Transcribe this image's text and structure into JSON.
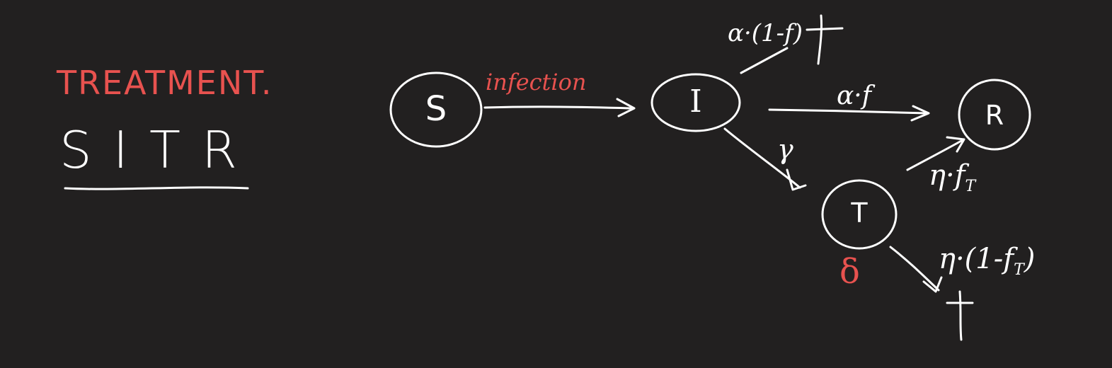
{
  "header": {
    "topic": "TREATMENT.",
    "model_name": "SITR"
  },
  "nodes": {
    "s": "S",
    "i": "I",
    "r": "R",
    "t": "T"
  },
  "edges": {
    "infection": "infection",
    "i_to_death": "α·(1-f)",
    "i_to_r": "α·f",
    "i_to_t": "γ",
    "t_to_r": "η·f",
    "t_to_r_sub": "T",
    "t_to_death": "η·(1-f",
    "t_to_death_sub": "T",
    "t_to_death_close": ")",
    "t_loss": "δ"
  },
  "colors": {
    "background": "#222020",
    "ink": "#ffffff",
    "accent": "#e8524f"
  }
}
